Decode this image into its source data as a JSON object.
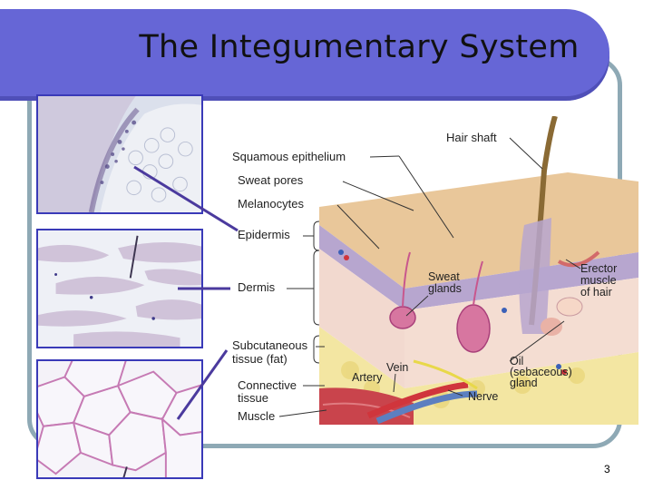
{
  "slide": {
    "title": "The Integumentary System",
    "page_number": "3"
  },
  "micrographs": [
    {
      "name": "epidermis-micrograph",
      "tissue": "Epidermis"
    },
    {
      "name": "dermis-micrograph",
      "tissue": "Dermis"
    },
    {
      "name": "subcutaneous-micrograph",
      "tissue": "Subcutaneous tissue (fat)"
    }
  ],
  "labels": {
    "hair_shaft": "Hair shaft",
    "squamous_epithelium": "Squamous epithelium",
    "sweat_pores": "Sweat pores",
    "melanocytes": "Melanocytes",
    "epidermis": "Epidermis",
    "dermis": "Dermis",
    "subcutaneous_1": "Subcutaneous",
    "subcutaneous_2": "tissue (fat)",
    "connective_1": "Connective",
    "connective_2": "tissue",
    "muscle": "Muscle",
    "sweat_glands_1": "Sweat",
    "sweat_glands_2": "glands",
    "erector_1": "Erector",
    "erector_2": "muscle",
    "erector_3": "of hair",
    "oil_1": "Oil",
    "oil_2": "(sebaceous)",
    "oil_3": "gland",
    "vein": "Vein",
    "artery": "Artery",
    "nerve": "Nerve"
  },
  "colors": {
    "title_bar": "#6666d6",
    "frame": "#8ea9b5",
    "pointer": "#4b3a9e",
    "micrograph_border": "#3a3ab8"
  }
}
